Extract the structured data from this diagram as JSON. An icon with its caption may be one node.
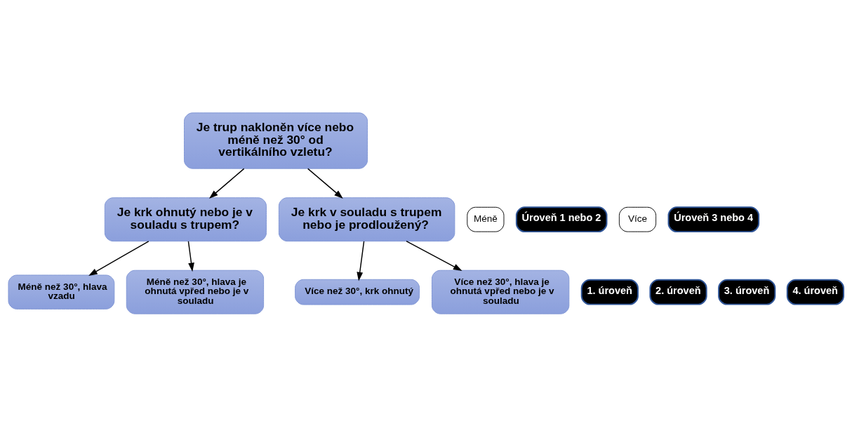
{
  "diagram": {
    "nodes": [
      {
        "text": [
          "Je trup nakloněn více nebo méně než 30° od vertikálního vzletu?"
        ]
      },
      {
        "text": [
          "Méně"
        ]
      },
      {
        "text": [
          "Úroveň 1 nebo 2"
        ]
      },
      {
        "text": [
          "Je krk ohnutý nebo je v souladu s trupem?"
        ]
      },
      {
        "text": [
          "Více"
        ]
      },
      {
        "text": [
          "Úroveň 3 nebo 4"
        ]
      },
      {
        "text": [
          "Je krk v souladu s trupem nebo je prodloužený?"
        ]
      },
      {
        "text": [
          "1. úroveň"
        ]
      },
      {
        "text": [
          "Méně než 30°, hlava vzadu"
        ]
      },
      {
        "text": [
          "2. úroveň"
        ]
      },
      {
        "text": [
          "Méně než 30°, hlava je ohnutá vpřed nebo je v souladu"
        ]
      },
      {
        "text": [
          "3. úroveň"
        ]
      },
      {
        "text": [
          "Více než 30°, krk ohnutý"
        ]
      },
      {
        "text": [
          "4. úroveň"
        ]
      },
      {
        "text": [
          "Více než 30°, hlava je ohnutá vpřed nebo je v souladu"
        ]
      }
    ],
    "edges": [
      {
        "from": 0,
        "to": 3,
        "arrow": "to"
      },
      {
        "from": 0,
        "to": 6,
        "arrow": "to"
      },
      {
        "from": 3,
        "to": 8,
        "arrow": "to"
      },
      {
        "from": 3,
        "to": 10,
        "arrow": "to"
      },
      {
        "from": 6,
        "to": 12,
        "arrow": "to"
      },
      {
        "from": 6,
        "to": 14,
        "arrow": "to"
      }
    ]
  }
}
